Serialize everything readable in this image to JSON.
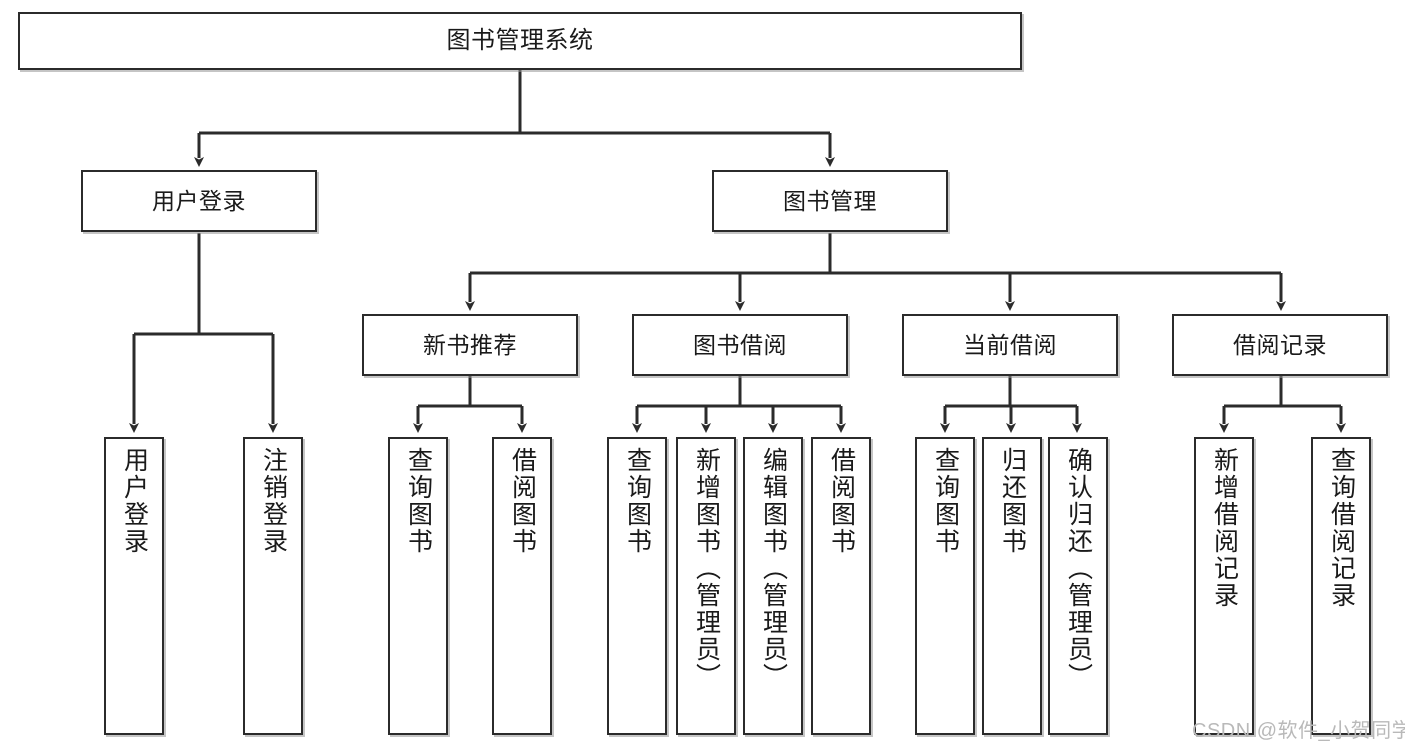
{
  "diagram": {
    "type": "tree-hierarchy",
    "title": "图书管理系统",
    "stroke_color": "#2b2b2b",
    "fill_color": "#ffffff",
    "text_color": "#1a1a1a",
    "nodes": {
      "root": {
        "label": "图书管理系统"
      },
      "l1": [
        {
          "label": "用户登录"
        },
        {
          "label": "图书管理"
        }
      ],
      "l2": [
        {
          "label": "新书推荐"
        },
        {
          "label": "图书借阅"
        },
        {
          "label": "当前借阅"
        },
        {
          "label": "借阅记录"
        }
      ],
      "leaves_user_login": [
        {
          "label": "用户登录"
        },
        {
          "label": "注销登录"
        }
      ],
      "leaves_new_book": [
        {
          "label": "查询图书"
        },
        {
          "label": "借阅图书"
        }
      ],
      "leaves_borrow": [
        {
          "label": "查询图书"
        },
        {
          "label": "新增图书（管理员）"
        },
        {
          "label": "编辑图书（管理员）"
        },
        {
          "label": "借阅图书"
        }
      ],
      "leaves_current": [
        {
          "label": "查询图书"
        },
        {
          "label": "归还图书"
        },
        {
          "label": "确认归还（管理员）"
        }
      ],
      "leaves_records": [
        {
          "label": "新增借阅记录"
        },
        {
          "label": "查询借阅记录"
        }
      ]
    }
  },
  "watermark": {
    "text": "CSDN @软件_小贺同学",
    "color": "#b9b9b9"
  }
}
